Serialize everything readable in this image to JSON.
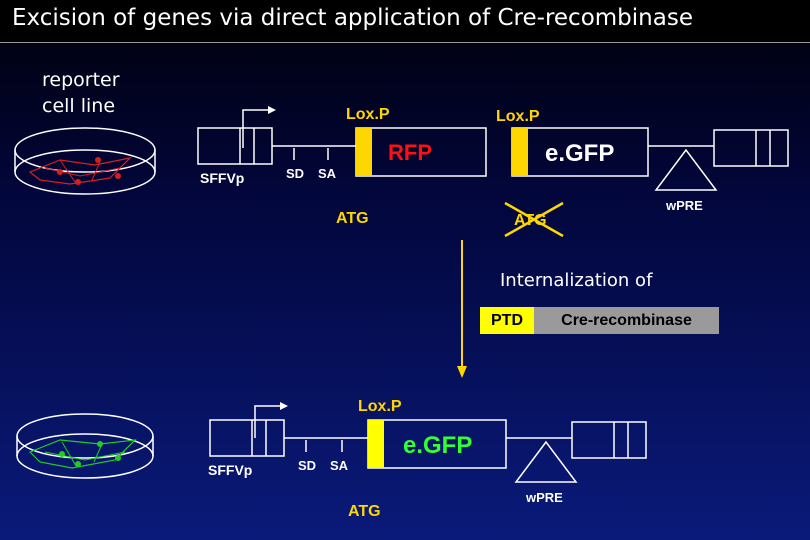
{
  "title": "Excision of genes via direct application of Cre-recombinase",
  "reporter_label": [
    "reporter",
    "cell line"
  ],
  "top_construct": {
    "loxp_left": "Lox.P",
    "loxp_right": "Lox.P",
    "rfp": "RFP",
    "egfp": "e.GFP",
    "promoter": "SFFVp",
    "sd": "SD",
    "sa": "SA",
    "atg": "ATG",
    "atg_crossed": "ATG",
    "wpre": "wPRE"
  },
  "internalization": {
    "text": "Internalization of",
    "ptd": "PTD",
    "cre": "Cre-recombinase"
  },
  "bottom_construct": {
    "loxp": "Lox.P",
    "egfp": "e.GFP",
    "promoter": "SFFVp",
    "sd": "SD",
    "sa": "SA",
    "atg": "ATG",
    "wpre": "wPRE"
  },
  "colors": {
    "loxp": "#ffd700",
    "rfp": "#ff1010",
    "egfp_bottom": "#33ff33",
    "red_cells": "#d62020",
    "green_cells": "#22cc22",
    "arrow": "#ffd700",
    "cross": "#ffd700"
  }
}
